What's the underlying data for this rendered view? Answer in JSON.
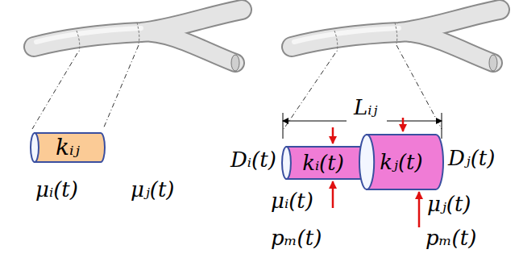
{
  "diagram": {
    "nodes": [
      {
        "text": [
          "kᵢⱼ"
        ]
      },
      {
        "text": [
          "kᵢ(t)"
        ]
      },
      {
        "text": [
          "kⱼ(t)"
        ]
      }
    ],
    "labels": [
      "μᵢ(t)",
      "μⱼ(t)",
      "Lᵢⱼ",
      "Dᵢ(t)",
      "Dⱼ(t)",
      "μᵢ(t)",
      "μⱼ(t)",
      "pₘ(t)",
      "pₘ(t)"
    ]
  }
}
